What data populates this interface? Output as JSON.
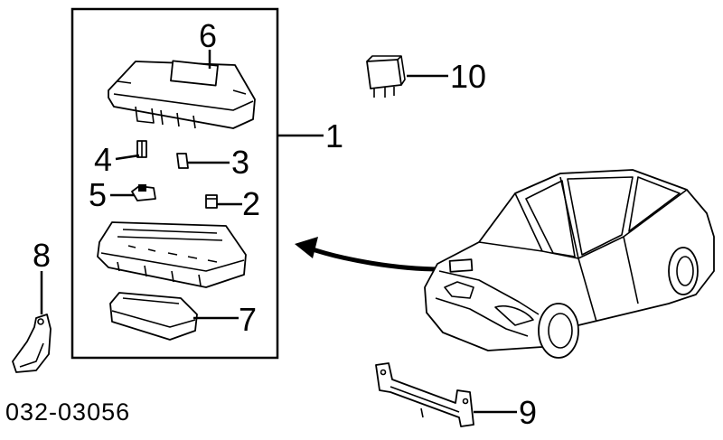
{
  "diagram_code": "032-03056",
  "callouts": {
    "p1": "1",
    "p2": "2",
    "p3": "3",
    "p4": "4",
    "p5": "5",
    "p6": "6",
    "p7": "7",
    "p8": "8",
    "p9": "9",
    "p10": "10"
  },
  "colors": {
    "ink": "#000000",
    "paper": "#ffffff"
  }
}
